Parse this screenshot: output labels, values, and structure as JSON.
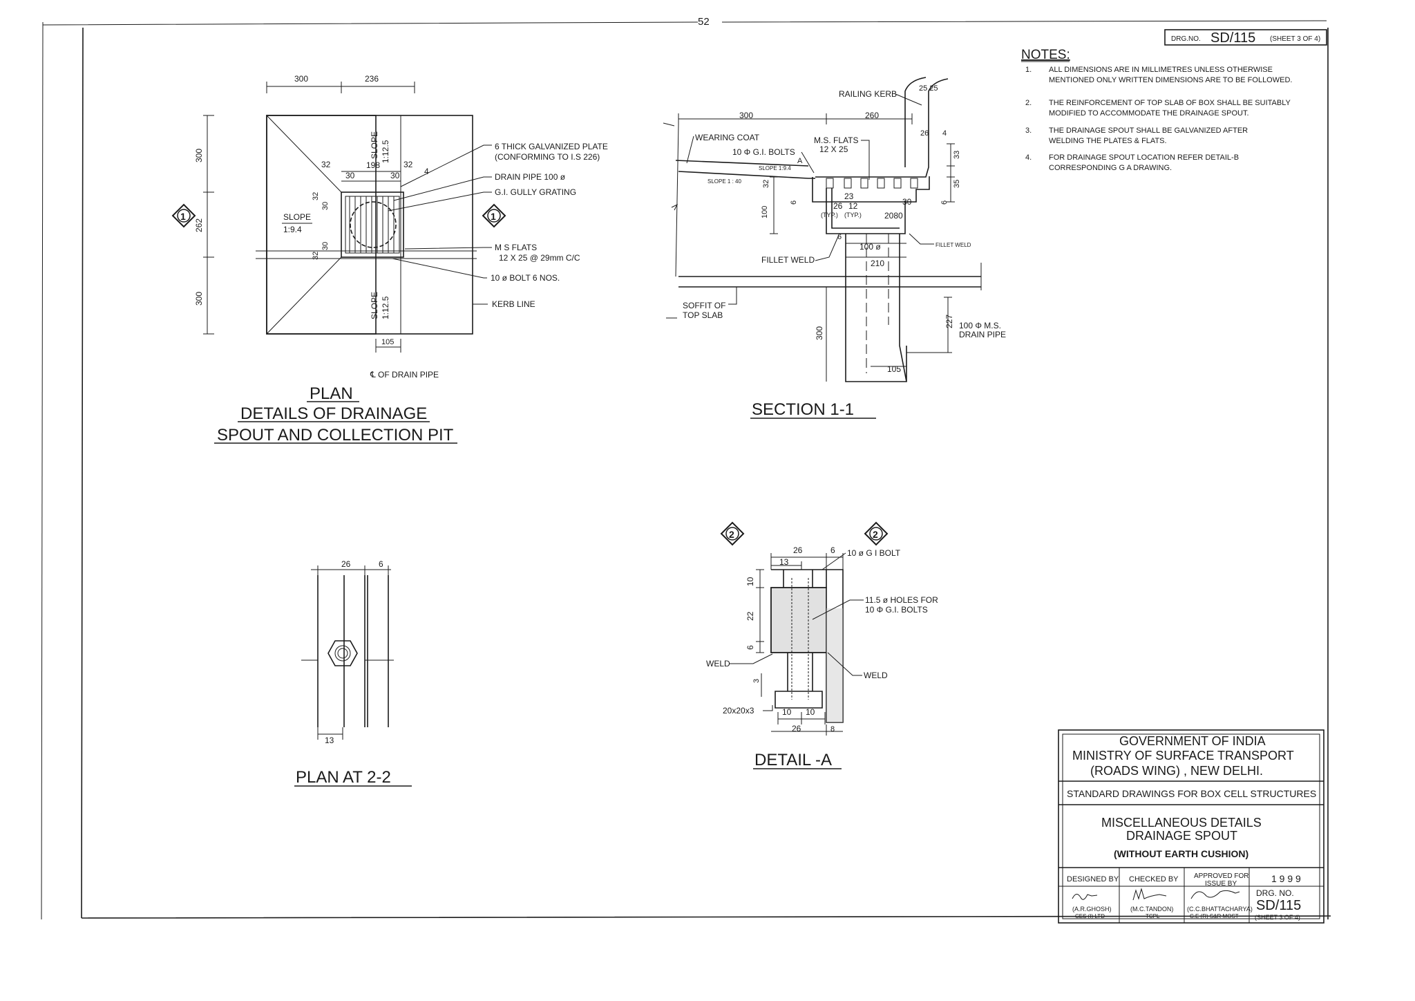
{
  "page_number": "52",
  "drawing_no_box": {
    "label": "DRG.NO.",
    "number": "SD/115",
    "sheet": "(SHEET 3 OF 4)"
  },
  "notes": {
    "title": "NOTES:",
    "items": [
      {
        "num": "1.",
        "lines": [
          "ALL DIMENSIONS ARE IN MILLIMETRES UNLESS OTHERWISE",
          "MENTIONED ONLY WRITTEN DIMENSIONS ARE TO BE FOLLOWED."
        ]
      },
      {
        "num": "2.",
        "lines": [
          "THE REINFORCEMENT OF TOP SLAB OF BOX SHALL BE SUITABLY",
          "MODIFIED TO ACCOMMODATE THE DRAINAGE SPOUT."
        ]
      },
      {
        "num": "3.",
        "lines": [
          "THE DRAINAGE SPOUT SHALL BE GALVANIZED AFTER",
          "WELDING THE PLATES & FLATS."
        ]
      },
      {
        "num": "4.",
        "lines": [
          "FOR DRAINAGE SPOUT LOCATION REFER DETAIL-B",
          "CORRESPONDING G A DRAWING."
        ]
      }
    ]
  },
  "plan": {
    "title_lines": [
      "PLAN",
      "DETAILS OF DRAINAGE",
      "SPOUT AND COLLECTION PIT"
    ],
    "dims": {
      "top_a": "300",
      "top_b": "236",
      "inner_top": "198",
      "left_top": "300",
      "left_mid": "262",
      "left_bot": "300",
      "d32a": "32",
      "d30a": "30",
      "d32b": "32",
      "d30b": "30",
      "d32c": "32",
      "d30c": "30",
      "d32d": "32",
      "d4": "4",
      "bot": "105"
    },
    "slope_left": "SLOPE",
    "slope_left_ratio": "1:9.4",
    "slope_top": "SLOPE",
    "slope_top_ratio": "1:12.5",
    "slope_bot": "SLOPE",
    "slope_bot_ratio": "1:12.5",
    "section_marker": "1",
    "callouts": {
      "plate": [
        "6 THICK GALVANIZED PLATE",
        "(CONFORMING TO I.S 226)"
      ],
      "pipe": "DRAIN PIPE 100 ø",
      "grating": "G.I. GULLY GRATING",
      "flats": [
        "M S FLATS",
        "12 X 25 @ 29mm C/C"
      ],
      "bolt": "10 ø BOLT 6 NOS.",
      "kerb": "KERB LINE",
      "cl": "℄ OF DRAIN PIPE"
    }
  },
  "section": {
    "title": "SECTION 1-1",
    "labels": {
      "railing": "RAILING KERB",
      "d2525": "25 25",
      "d300": "300",
      "d260": "260",
      "wearing": "WEARING COAT",
      "bolts": "10 Φ G.I. BOLTS",
      "flats_t": "M.S. FLATS",
      "flats_d": "12 X 25",
      "d26": "26",
      "d4": "4",
      "d33": "33",
      "d35": "35",
      "d6r": "6",
      "slope1": "SLOPE 1:9.4",
      "slope2": "SLOPE 1 : 40",
      "d32": "32",
      "a": "A",
      "d100v": "100",
      "d6v": "6",
      "d23": "23",
      "d30": "30",
      "d26b": "26",
      "d12": "12",
      "typ1": "(TYP.)",
      "typ2": "(TYP.)",
      "d2080": "2080",
      "d6b": "6",
      "d100h": "100 ø",
      "fillet1": "FILLET WELD",
      "fillet2": "FILLET WELD",
      "d210": "210",
      "soffit": [
        "SOFFIT OF",
        "TOP SLAB"
      ],
      "d227": "227",
      "pipe": [
        "100 Φ M.S.",
        "DRAIN PIPE"
      ],
      "d300v": "300",
      "d105": "105"
    }
  },
  "plan22": {
    "title": "PLAN AT 2-2",
    "d26": "26",
    "d6": "6",
    "d13": "13"
  },
  "detail_a": {
    "title": "DETAIL -A",
    "marker": "2",
    "labels": {
      "d26": "26",
      "d6": "6",
      "d13": "13",
      "bolt": "10 ø G I BOLT",
      "d10": "10",
      "d22": "22",
      "d6v": "6",
      "holes": [
        "11.5 ø HOLES FOR",
        "10 Φ G.I. BOLTS"
      ],
      "weld_l": "WELD",
      "weld_r": "WELD",
      "d3": "3",
      "angle": "20x20x3",
      "d10a": "10",
      "d10b": "10",
      "d26b": "26",
      "d8": "8"
    }
  },
  "title_block": {
    "org": [
      "GOVERNMENT OF INDIA",
      "MINISTRY OF SURFACE TRANSPORT",
      "(ROADS WING) , NEW DELHI."
    ],
    "series": "STANDARD DRAWINGS FOR BOX CELL STRUCTURES",
    "title": [
      "MISCELLANEOUS DETAILS",
      "DRAINAGE SPOUT"
    ],
    "subtitle": "(WITHOUT EARTH CUSHION)",
    "designed_by": "DESIGNED BY",
    "checked_by": "CHECKED BY",
    "approved_by": [
      "APPROVED FOR",
      "ISSUE BY"
    ],
    "year": "1 9 9 9",
    "designer": [
      "(A.R.GHOSH)",
      "CES (I) LTD"
    ],
    "checker": [
      "(M.C.TANDON)",
      "TCPL"
    ],
    "approver": [
      "(C.C.BHATTACHARYA)",
      "C.E (R) S&R MOST"
    ],
    "drg_no_label": "DRG. NO.",
    "drg_no": "SD/115",
    "sheet": "(SHEET 3 OF 4)"
  }
}
